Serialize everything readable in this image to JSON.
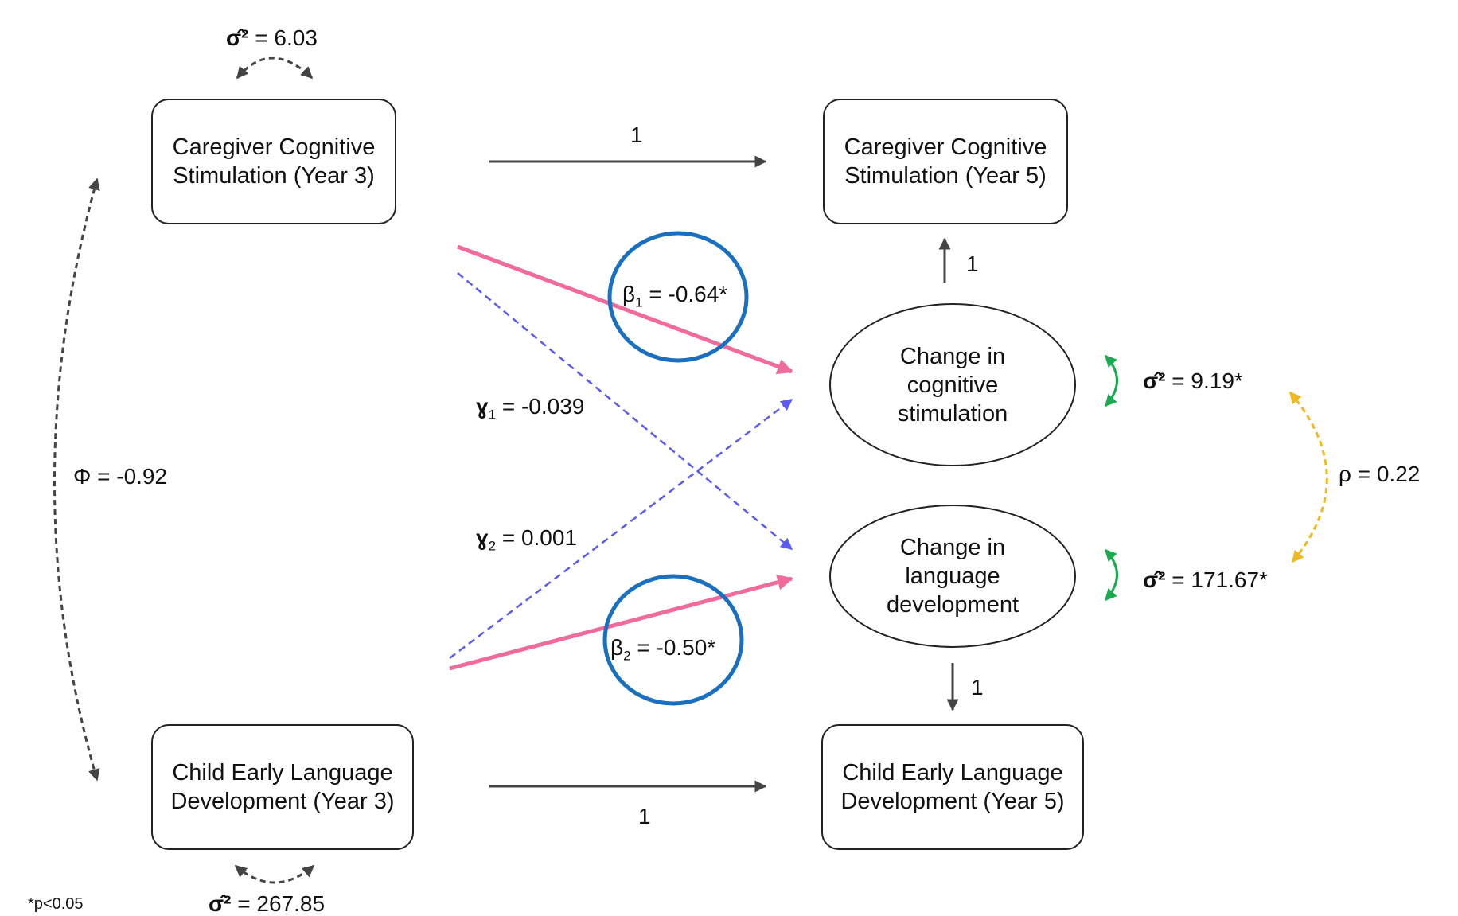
{
  "nodes": {
    "cs_y3": "Caregiver Cognitive Stimulation (Year 3)",
    "cs_y5": "Caregiver Cognitive Stimulation (Year 5)",
    "lang_y3": "Child Early Language Development (Year 3)",
    "lang_y5": "Child Early Language Development (Year 5)",
    "change_cog": "Change in cognitive stimulation",
    "change_lang": "Change in language development"
  },
  "labels": {
    "sigma_symbol": "σ̂²",
    "var_cs_y3": "= 6.03",
    "var_lang_y3": "= 267.85",
    "var_change_cog": "= 9.19*",
    "var_change_lang": "= 171.67*",
    "path_cs": "1",
    "path_lang": "1",
    "path_change_cog": "1",
    "path_change_lang": "1",
    "phi": "Φ = -0.92",
    "rho": "ρ = 0.22",
    "beta1_sym": "β",
    "beta1_sub": "1",
    "beta1_val": "= -0.64*",
    "beta2_sym": "β",
    "beta2_sub": "2",
    "beta2_val": "= -0.50*",
    "gamma1_sym": "ɣ",
    "gamma1_sub": "1",
    "gamma1_val": "= -0.039",
    "gamma2_sym": "ɣ",
    "gamma2_sub": "2",
    "gamma2_val": "= 0.001",
    "footnote": "*p<0.05"
  },
  "colors": {
    "dark_arrow": "#444444",
    "pink_path": "#f06b9b",
    "blue_dashed": "#5b5bf0",
    "circle": "#1a70c0",
    "green_var": "#1aaa50",
    "gold_cov": "#f0b820"
  }
}
